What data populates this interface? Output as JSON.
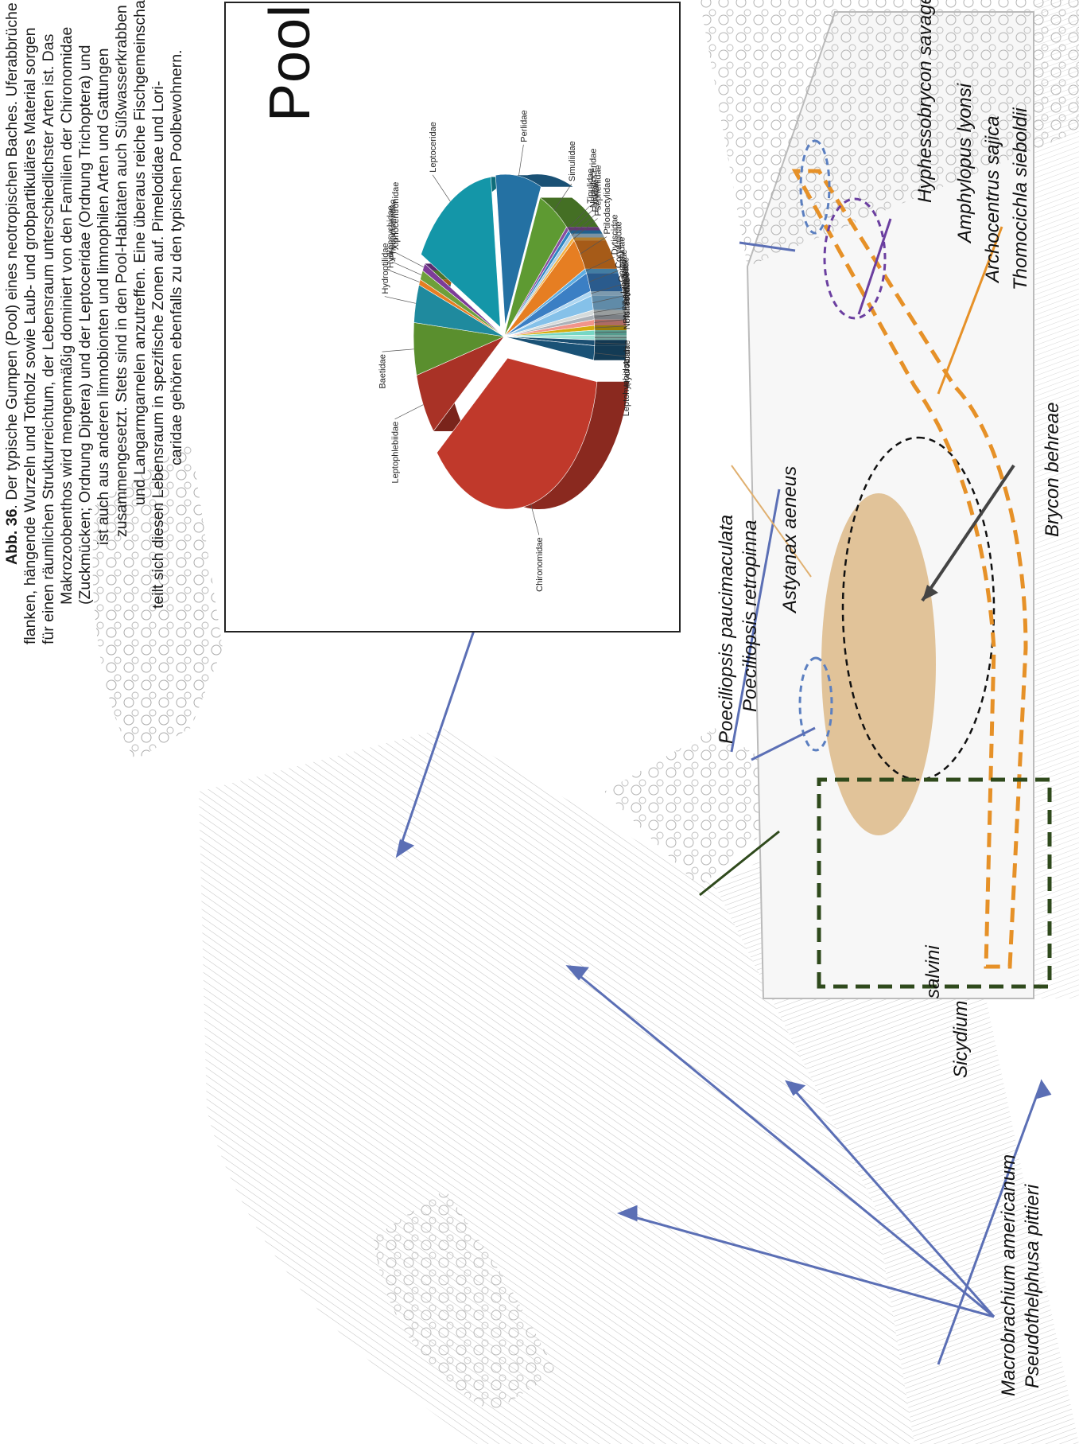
{
  "caption": {
    "lines": [
      {
        "bold": "Abb. 36",
        "text": ". Der typische Gumpen (Pool) eines neotropischen Baches. Uferabbrüche mit Stein-"
      },
      {
        "bold": "",
        "text": "flanken, hängende Wurzeln und Totholz sowie Laub- und grobpartikuläres Material sorgen"
      },
      {
        "bold": "",
        "text": "für einen räumlichen Strukturreichtum, der Lebensraum unterschiedlichster Arten ist. Das"
      },
      {
        "bold": "",
        "text": "Makrozoobenthos wird mengenmäßig dominiert von den Familien der Chironomidae"
      },
      {
        "bold": "",
        "text": "(Zuckmücken; Ordnung Diptera) und der Leptoceridae (Ordnung Trichoptera) und"
      },
      {
        "bold": "",
        "text": "ist auch aus anderen limnobionten und limnophilen Arten und Gattungen"
      },
      {
        "bold": "",
        "text": "zusammengesetzt. Stets sind in den Pool-Habitaten auch Süßwasserkrabben"
      },
      {
        "bold": "",
        "text": "und Langarmgarnelen anzutreffen. Eine überaus reiche Fischgemeinschaft"
      },
      {
        "bold": "",
        "text": "teilt sich diesen Lebensraum in spezifische Zonen auf. Pimelodidae und Lori-"
      },
      {
        "bold": "",
        "text": "caridae gehören ebenfalls zu den typischen Poolbewohnern."
      }
    ]
  },
  "inset": {
    "title": "Pool",
    "chart_data": {
      "type": "pie",
      "title": "Pool",
      "slices": [
        {
          "label": "Chironomidae",
          "value": 36.0,
          "color": "#c0392b"
        },
        {
          "label": "Leptophlebiidae",
          "value": 6.5,
          "color": "#a93226"
        },
        {
          "label": "Baetidae",
          "value": 5.5,
          "color": "#5a8f2e"
        },
        {
          "label": "Hydroptilidae",
          "value": 4.0,
          "color": "#1f8a9e"
        },
        {
          "label": "Hydropsychidae",
          "value": 0.6,
          "color": "#e67e22"
        },
        {
          "label": "Philopotamidae",
          "value": 1.0,
          "color": "#6ea03a"
        },
        {
          "label": "Xiphocentronidae",
          "value": 0.8,
          "color": "#7d3c98"
        },
        {
          "label": "Leptoceridae",
          "value": 15.0,
          "color": "#1496a8"
        },
        {
          "label": "Perlidae",
          "value": 8.0,
          "color": "#2471a3"
        },
        {
          "label": "Simuliidae",
          "value": 5.5,
          "color": "#5e9a32"
        },
        {
          "label": "Tipulidae",
          "value": 0.5,
          "color": "#884ea0"
        },
        {
          "label": "Nematoceridae",
          "value": 0.5,
          "color": "#2e86c1"
        },
        {
          "label": "Elmidae",
          "value": 0.5,
          "color": "#a9cce3"
        },
        {
          "label": "Psephenidae",
          "value": 0.4,
          "color": "#f5b041"
        },
        {
          "label": "Ptilodactylidae",
          "value": 3.5,
          "color": "#e67e22"
        },
        {
          "label": "Dytiscidae",
          "value": 0.5,
          "color": "#5dade2"
        },
        {
          "label": "Corydalidae",
          "value": 2.0,
          "color": "#3b7fc4"
        },
        {
          "label": "Gomphidae",
          "value": 0.5,
          "color": "#aed6f1"
        },
        {
          "label": "Libellulidae",
          "value": 1.5,
          "color": "#85c1e9"
        },
        {
          "label": "Aeshnidae",
          "value": 0.5,
          "color": "#d5dbdb"
        },
        {
          "label": "Platysticitidae",
          "value": 0.5,
          "color": "#abb2b9"
        },
        {
          "label": "Naucoridae",
          "value": 0.6,
          "color": "#f1948a"
        },
        {
          "label": "Planariidae",
          "value": 0.5,
          "color": "#d4ac0d"
        },
        {
          "label": "Notonectidae",
          "value": 0.5,
          "color": "#76d7c4"
        },
        {
          "label": "Hydrobiidae",
          "value": 0.5,
          "color": "#a3e4d7"
        },
        {
          "label": "Acari",
          "value": 0.6,
          "color": "#1b4f72"
        },
        {
          "label": "Leptohyphidae",
          "value": 1.5,
          "color": "#1a5276"
        }
      ]
    }
  },
  "species": {
    "macrobrachium": "Macrobrachium americanum",
    "pseudothelphusa": "Pseudothelphusa pittieri",
    "sicydium_1": "Sicydium",
    "sicydium_2": "salvini",
    "poeciliopsis_1": "Poeciliopsis paucimaculata",
    "poeciliopsis_2": "Poeciliopsis retropinna",
    "astyanax": "Astyanax aeneus",
    "hyphessobrycon": "Hyphessobrycon savagei",
    "amphylopus": "Amphylopus lyonsi",
    "archocentrus": "Archocentrus sajica",
    "thomocichla": "Thomocichla sieboldii",
    "brycon": "Brycon behreae"
  },
  "colors": {
    "arrow_blue": "#5b6fb5",
    "arrow_green": "#2f4a1c",
    "arrow_orange": "#e69128",
    "arrow_purple": "#6b3fa0",
    "arrow_dark": "#444444",
    "astyanax_fill": "#d9b27a"
  }
}
